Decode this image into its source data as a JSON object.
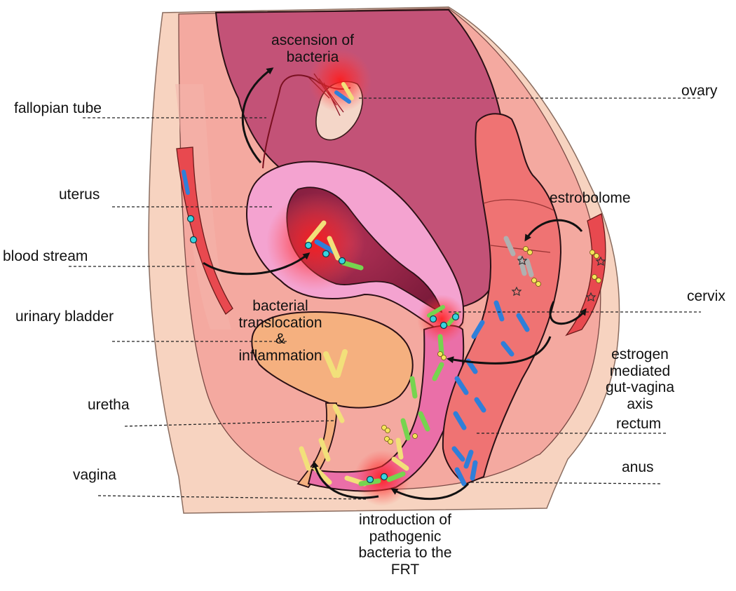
{
  "labels": {
    "ovary": "ovary",
    "ascension": "ascension of\nbacteria",
    "fallopian_tube": "fallopian tube",
    "uterus": "uterus",
    "estrobolome": "estrobolome",
    "blood_stream": "blood stream",
    "cervix": "cervix",
    "urinary_bladder": "urinary bladder",
    "translocation": "bacterial\ntranslocation\n&\ninflammation",
    "estrogen_axis": "estrogen mediated\ngut-vagina axis",
    "uretha": "uretha",
    "rectum": "rectum",
    "vagina": "vagina",
    "anus": "anus",
    "introduction": "introduction of\npathogenic\nbacteria to the\nFRT"
  },
  "colors": {
    "skin": "#f7d3c0",
    "tissue": "#f4a9a0",
    "abdomen": "#c35277",
    "uterus_wall": "#f4a3d0",
    "uterus_cavity": "#8a1f43",
    "bladder": "#f5b07f",
    "vagina": "#ea6fa8",
    "rectum": "#ef7373",
    "vessel": "#e8494f",
    "inflammation": "#ff1e1e",
    "bacteria_yellow": "#f2e07a",
    "bacteria_green": "#76d44f",
    "bacteria_blue": "#2f7fd9",
    "bacteria_gray": "#b0b0b0",
    "coccus": "#38d4e0"
  },
  "icons": [
    "rod-bacterium-icon",
    "coccus-bacterium-icon",
    "diplococcus-icon",
    "star-marker-icon"
  ]
}
